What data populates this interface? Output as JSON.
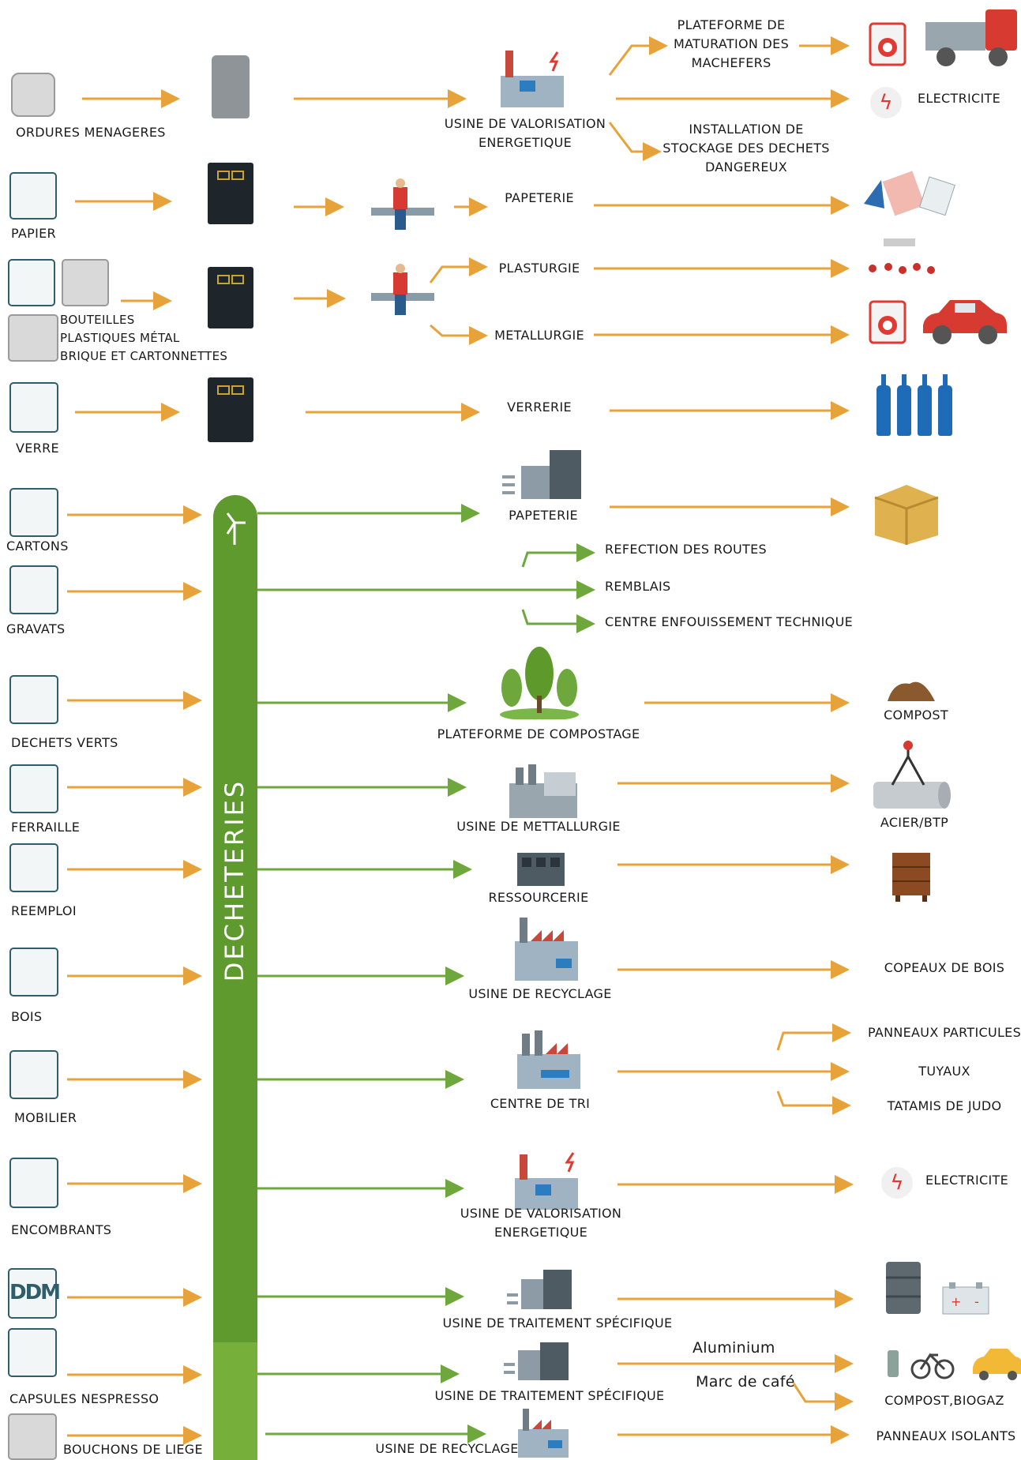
{
  "sources": {
    "ordures": "ORDURES MENAGERES",
    "papier": "PAPIER",
    "bouteilles_line1": "BOUTEILLES",
    "bouteilles_line2": "PLASTIQUES MÉTAL",
    "bouteilles_line3": "BRIQUE ET CARTONNETTES",
    "verre": "VERRE",
    "cartons": "CARTONS",
    "gravats": "GRAVATS",
    "dechets_verts": "DECHETS VERTS",
    "ferraille": "FERRAILLE",
    "reemploi": "REEMPLOI",
    "bois": "BOIS",
    "mobilier": "MOBILIER",
    "encombrants": "ENCOMBRANTS",
    "ddm": "DDM",
    "capsules": "CAPSULES NESPRESSO",
    "bouchons": "BOUCHONS DE LIEGE"
  },
  "bar_label": "DECHETERIES",
  "facilities": {
    "uve1_line1": "USINE DE VALORISATION",
    "uve1_line2": "ENERGETIQUE",
    "papeterie1": "PAPETERIE",
    "plasturgie": "PLASTURGIE",
    "metallurgie": "METALLURGIE",
    "verrerie": "VERRERIE",
    "papeterie2": "PAPETERIE",
    "compostage": "PLATEFORME DE COMPOSTAGE",
    "usine_metallurgie": "USINE DE METTALLURGIE",
    "ressourcerie": "RESSOURCERIE",
    "recyclage1": "USINE DE RECYCLAGE",
    "centre_tri": "CENTRE DE TRI",
    "uve2_line1": "USINE DE VALORISATION",
    "uve2_line2": "ENERGETIQUE",
    "traitement1": "USINE DE TRAITEMENT SPÉCIFIQUE",
    "traitement2": "USINE DE TRAITEMENT SPÉCIFIQUE",
    "recyclage2": "USINE DE RECYCLAGE"
  },
  "outputs": {
    "maturation_line1": "PLATEFORME DE",
    "maturation_line2": "MATURATION DES",
    "maturation_line3": "MACHEFERS",
    "electricite1": "ELECTRICITE",
    "stockage_line1": "INSTALLATION DE",
    "stockage_line2": "STOCKAGE DES DECHETS",
    "stockage_line3": "DANGEREUX",
    "routes": "REFECTION DES ROUTES",
    "remblais": "REMBLAIS",
    "enfouissement": "CENTRE ENFOUISSEMENT TECHNIQUE",
    "compost": "COMPOST",
    "acier": "ACIER/BTP",
    "copeaux": "COPEAUX DE BOIS",
    "panneaux_particules": "PANNEAUX PARTICULES",
    "tuyaux": "TUYAUX",
    "tatamis": "TATAMIS DE JUDO",
    "electricite2": "ELECTRICITE",
    "aluminium": "Aluminium",
    "marc_cafe": "Marc de café",
    "compost_biogaz": "COMPOST,BIOGAZ",
    "panneaux_isolants": "PANNEAUX ISOLANTS"
  },
  "colors": {
    "orange_arrow": "#e8a23a",
    "green_arrow": "#6ea83c",
    "bar_green": "#5f9a2f"
  }
}
